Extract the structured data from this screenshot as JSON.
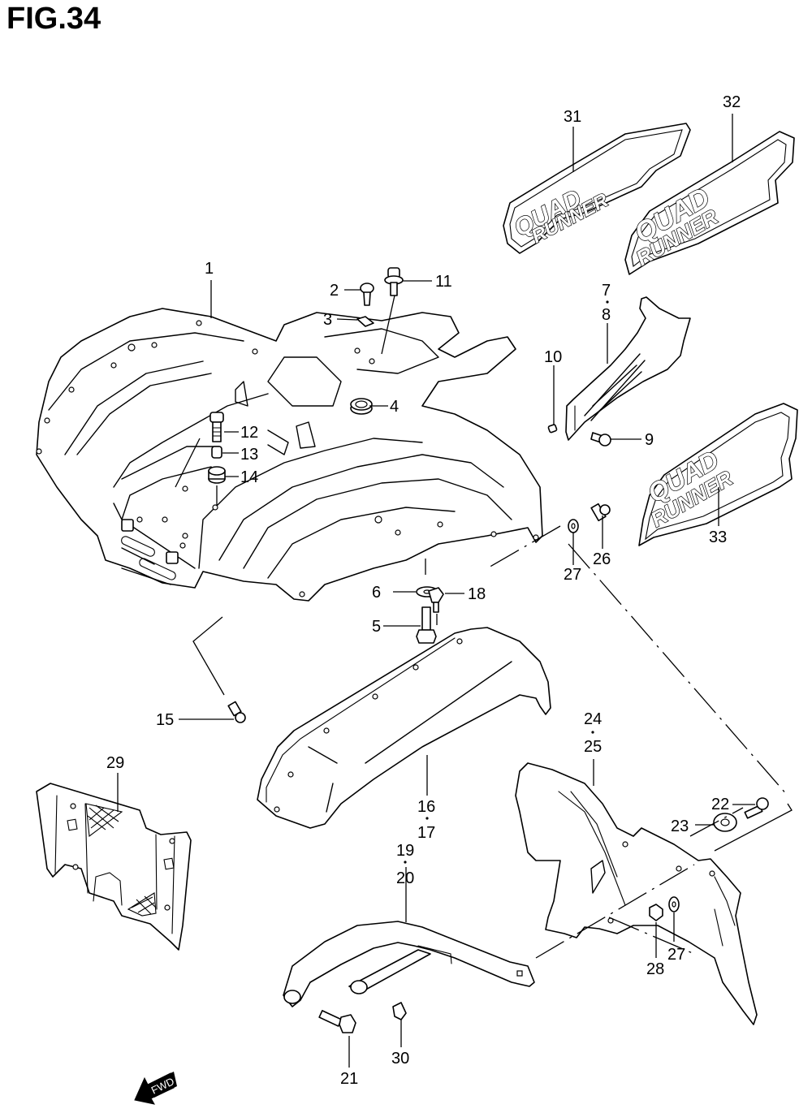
{
  "figure": {
    "title": "FIG.34",
    "direction_indicator": {
      "label": "FWD",
      "icon": "arrow-left-down-icon"
    }
  },
  "decals": {
    "decal_31": "QUAD RUNNER",
    "decal_32": "QUAD RUNNER",
    "decal_33": "QUAD RUNNER"
  },
  "callouts": [
    {
      "id": "1",
      "part": "rear-fender"
    },
    {
      "id": "2",
      "part": "screw"
    },
    {
      "id": "3",
      "part": "nut-clip"
    },
    {
      "id": "4",
      "part": "grommet"
    },
    {
      "id": "5",
      "part": "bolt"
    },
    {
      "id": "6",
      "part": "washer"
    },
    {
      "id": "7",
      "part": "bracket"
    },
    {
      "id": "8",
      "part": "bracket"
    },
    {
      "id": "9",
      "part": "screw"
    },
    {
      "id": "10",
      "part": "nut-clip"
    },
    {
      "id": "11",
      "part": "bolt"
    },
    {
      "id": "12",
      "part": "bolt"
    },
    {
      "id": "13",
      "part": "spacer"
    },
    {
      "id": "14",
      "part": "cushion"
    },
    {
      "id": "15",
      "part": "screw"
    },
    {
      "id": "16",
      "part": "front-fender"
    },
    {
      "id": "17",
      "part": "front-fender"
    },
    {
      "id": "18",
      "part": "rivet"
    },
    {
      "id": "19",
      "part": "grab-bar"
    },
    {
      "id": "20",
      "part": "grab-bar"
    },
    {
      "id": "21",
      "part": "bolt"
    },
    {
      "id": "22",
      "part": "bolt"
    },
    {
      "id": "23",
      "part": "washer"
    },
    {
      "id": "24",
      "part": "mud-guard"
    },
    {
      "id": "25",
      "part": "mud-guard"
    },
    {
      "id": "26",
      "part": "bolt"
    },
    {
      "id": "27",
      "part": "washer"
    },
    {
      "id": "28",
      "part": "nut"
    },
    {
      "id": "29",
      "part": "foot-rest-plate"
    },
    {
      "id": "30",
      "part": "cap"
    },
    {
      "id": "31",
      "part": "decal"
    },
    {
      "id": "32",
      "part": "decal"
    },
    {
      "id": "33",
      "part": "decal"
    }
  ],
  "labels": {
    "c1": "1",
    "c2": "2",
    "c3": "3",
    "c4": "4",
    "c5": "5",
    "c6": "6",
    "c7": "7",
    "c8": "8",
    "c9": "9",
    "c10": "10",
    "c11": "11",
    "c12": "12",
    "c13": "13",
    "c14": "14",
    "c15": "15",
    "c16": "16",
    "c17": "17",
    "c18": "18",
    "c19": "19",
    "c20": "20",
    "c21": "21",
    "c22": "22",
    "c23": "23",
    "c24": "24",
    "c25": "25",
    "c26": "26",
    "c27a": "27",
    "c27b": "27",
    "c28": "28",
    "c29": "29",
    "c30": "30",
    "c31": "31",
    "c32": "32",
    "c33": "33"
  },
  "decal_lines": {
    "line1": "QUAD",
    "line2": "RUNNER"
  }
}
